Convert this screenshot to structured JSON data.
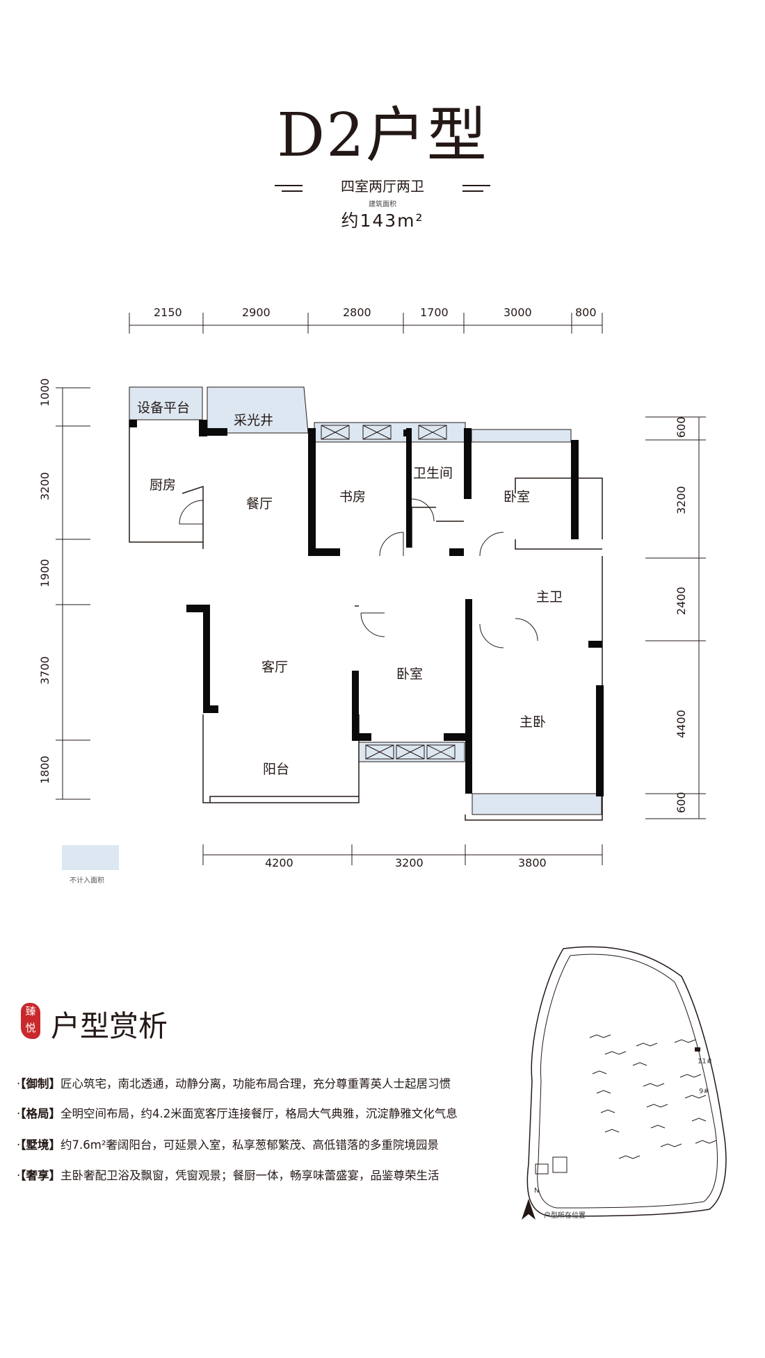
{
  "header": {
    "title": "D2户型",
    "layout": "四室两厅两卫",
    "area_label": "建筑面积",
    "area_value": "约143m²"
  },
  "dimensions": {
    "top": [
      "2150",
      "2900",
      "2800",
      "1700",
      "3000",
      "800"
    ],
    "bottom": [
      "4200",
      "3200",
      "3800"
    ],
    "left": [
      "1000",
      "3200",
      "1900",
      "3700",
      "1800"
    ],
    "right": [
      "600",
      "3200",
      "2400",
      "4400",
      "600"
    ]
  },
  "rooms": {
    "equipment": "设备平台",
    "lightwell": "采光井",
    "kitchen": "厨房",
    "dining": "餐厅",
    "study": "书房",
    "bathroom": "卫生间",
    "bedroom_ne": "卧室",
    "master_bath": "主卫",
    "living": "客厅",
    "bedroom_mid": "卧室",
    "master_bedroom": "主卧",
    "balcony": "阳台"
  },
  "legend": {
    "text": "不计入面积",
    "color": "#dde7f2"
  },
  "analysis": {
    "title": "户型赏析",
    "seal_text": "臻悦",
    "items": [
      {
        "tag": "【御制】",
        "text": "匠心筑宅，南北透通，动静分离，功能布局合理，充分尊重菁英人士起居习惯"
      },
      {
        "tag": "【格局】",
        "text": "全明空间布局，约4.2米面宽客厅连接餐厅，格局大气典雅，沉淀静雅文化气息"
      },
      {
        "tag": "【墅境】",
        "text": "约7.6m²奢阔阳台，可延景入室，私享葱郁繁茂、高低错落的多重院境园景"
      },
      {
        "tag": "【奢享】",
        "text": "主卧奢配卫浴及飘窗，凭窗观景；餐厨一体，畅享味蕾盛宴，品鉴尊荣生活"
      }
    ]
  },
  "site_map": {
    "north": "N",
    "location_label": "户型所在位置",
    "building_11": "11#",
    "building_9": "9#"
  },
  "colors": {
    "wall": "#0a0a0a",
    "window_fill": "#dde7f2",
    "seal": "#c9282d"
  }
}
